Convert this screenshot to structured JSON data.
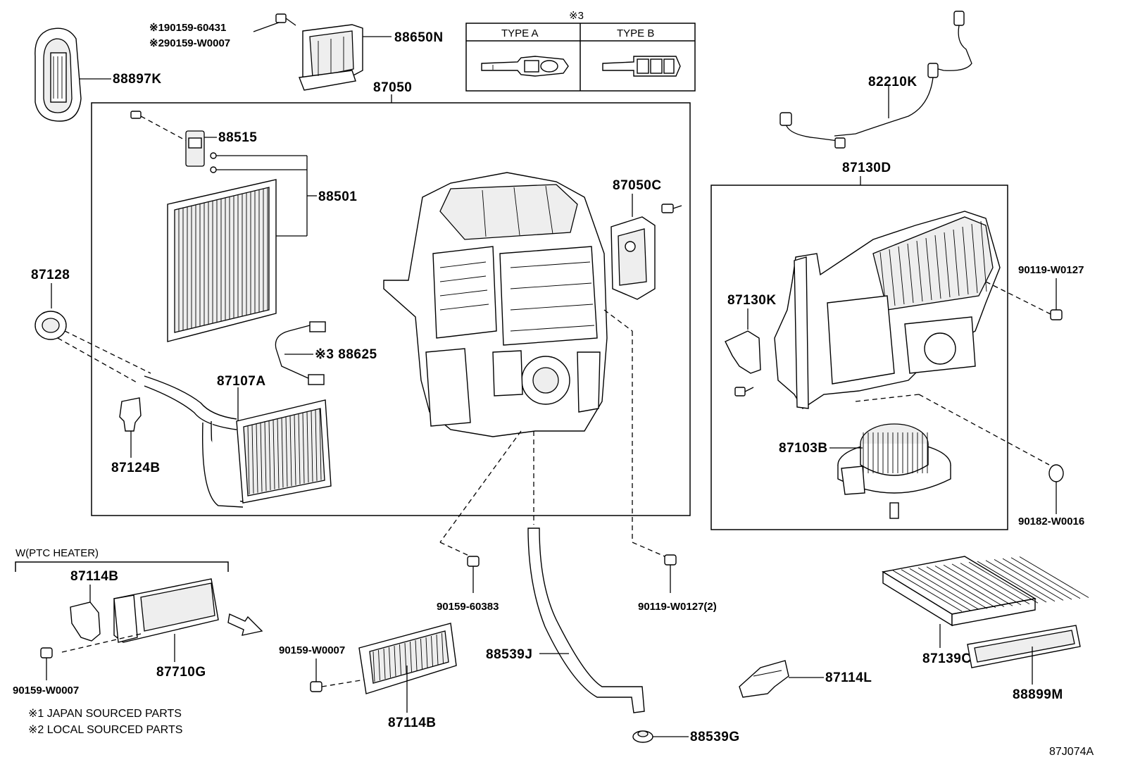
{
  "diagram_code": "87J074A",
  "footnotes": {
    "note1": "※1 JAPAN SOURCED PARTS",
    "note2": "※2 LOCAL SOURCED PARTS"
  },
  "type_table": {
    "title": "※3",
    "col_a": "TYPE A",
    "col_b": "TYPE B"
  },
  "ptc_group": {
    "title": "W(PTC HEATER)"
  },
  "labels": {
    "p88897K": "88897K",
    "p90159_60431": "※190159-60431",
    "p90159_W0007_top": "※290159-W0007",
    "p88650N": "88650N",
    "p87050": "87050",
    "p88515": "88515",
    "p88501": "88501",
    "p87128": "87128",
    "p88625": "※3 88625",
    "p87107A": "87107A",
    "p87124B": "87124B",
    "p87050C": "87050C",
    "p82210K": "82210K",
    "p87130D": "87130D",
    "p90119_W0127": "90119-W0127",
    "p87130K": "87130K",
    "p87103B": "87103B",
    "p90182_W0016": "90182-W0016",
    "p87114B_top": "87114B",
    "p87710G": "87710G",
    "p90159_W0007_left": "90159-W0007",
    "p90159_60383": "90159-60383",
    "p90119_W0127_2": "90119-W0127(2)",
    "p90159_W0007_mid": "90159-W0007",
    "p87114B_bottom": "87114B",
    "p88539J": "88539J",
    "p88539G": "88539G",
    "p87114L": "87114L",
    "p87139C": "87139C",
    "p88899M": "88899M"
  },
  "icons": [
    "arrow-right-icon",
    "screw-icon",
    "clip-icon",
    "connector-icon"
  ]
}
